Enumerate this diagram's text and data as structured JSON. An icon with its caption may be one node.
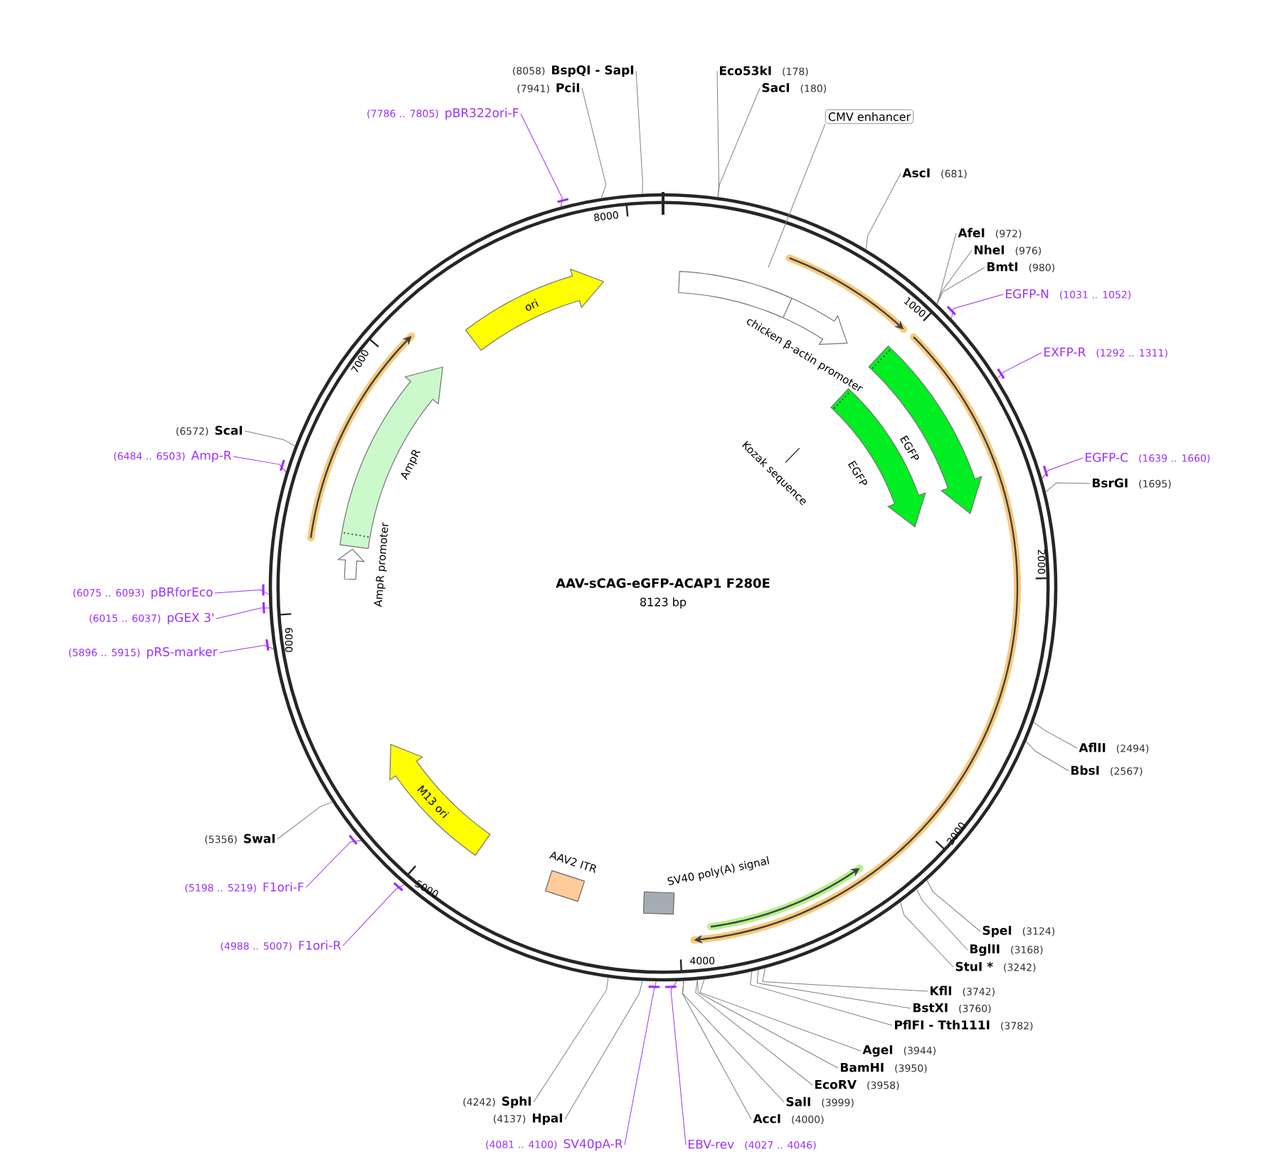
{
  "diagram": {
    "title": "AAV-sCAG-eGFP-ACAP1 F280E",
    "nodes": [
      {
        "text": [],
        "shape": "circle"
      },
      {
        "text": [
          "(8058)",
          "BspQI - SapI"
        ]
      },
      {
        "text": [
          "Eco53kI",
          "(178)"
        ]
      },
      {
        "text": [
          "(7941)",
          "PciI"
        ]
      },
      {
        "text": [
          "SacI",
          "(180)"
        ]
      },
      {
        "text": [
          "(7786 .. 7805)",
          "pBR322ori-F"
        ]
      },
      {
        "text": [
          "CMV enhancer"
        ]
      },
      {
        "text": [
          "AscI",
          "(681)"
        ]
      },
      {
        "text": [
          "AfeI",
          "(972)"
        ]
      },
      {
        "text": [
          "NheI",
          "(976)"
        ]
      },
      {
        "text": [
          "BmtI",
          "(980)"
        ]
      },
      {
        "text": [
          "EGFP-N",
          "(1031 .. 1052)"
        ]
      },
      {
        "text": [
          "EXFP-R",
          "(1292 .. 1311)"
        ]
      },
      {
        "text": [
          "(6572)",
          "ScaI"
        ]
      },
      {
        "text": [
          "(6484 .. 6503)",
          "Amp-R"
        ]
      },
      {
        "text": [
          "EGFP-C",
          "(1639 .. 1660)"
        ]
      },
      {
        "text": [
          "BsrGI",
          "(1695)"
        ]
      },
      {
        "text": [
          "(6075 .. 6093)",
          "pBRforEco"
        ]
      },
      {
        "text": [
          "(6015 .. 6037)",
          "pGEX 3'"
        ]
      },
      {
        "text": [
          "(5896 .. 5915)",
          "pRS-marker"
        ]
      },
      {
        "text": [
          "AflII",
          "(2494)"
        ]
      },
      {
        "text": [
          "BbsI",
          "(2567)"
        ]
      },
      {
        "text": [
          "(5356)",
          "SwaI"
        ]
      },
      {
        "text": [
          "(5198 .. 5219)",
          "F1ori-F"
        ]
      },
      {
        "text": [
          "SpeI",
          "(3124)"
        ]
      },
      {
        "text": [
          "(4988 .. 5007)",
          "F1ori-R"
        ]
      },
      {
        "text": [
          "BglII",
          "(3168)"
        ]
      },
      {
        "text": [
          "StuI *",
          "(3242)"
        ]
      },
      {
        "text": [
          "KflI",
          "(3742)"
        ]
      },
      {
        "text": [
          "BstXI",
          "(3760)"
        ]
      },
      {
        "text": [
          "PflFI - Tth111I",
          "(3782)"
        ]
      },
      {
        "text": [
          "AgeI",
          "(3944)"
        ]
      },
      {
        "text": [
          "BamHI",
          "(3950)"
        ]
      },
      {
        "text": [
          "EcoRV",
          "(3958)"
        ]
      },
      {
        "text": [
          "(4242)",
          "SphI"
        ]
      },
      {
        "text": [
          "SalI",
          "(3999)"
        ]
      },
      {
        "text": [
          "(4137)",
          "HpaI"
        ]
      },
      {
        "text": [
          "AccI",
          "(4000)"
        ]
      },
      {
        "text": [
          "(4081 .. 4100)",
          "SV40pA-R"
        ]
      },
      {
        "text": [
          "EBV-rev",
          "(4027 .. 4046)"
        ]
      },
      {
        "text": [
          "chicken β-actin promoter"
        ],
        "in": 0
      },
      {
        "text": [
          "ori"
        ],
        "in": 0
      },
      {
        "text": [
          "AmpR"
        ],
        "in": 0
      },
      {
        "text": [
          "EGFP"
        ],
        "in": 0
      },
      {
        "text": [
          "AmpR promoter"
        ],
        "in": 0
      },
      {
        "text": [
          "EGFP"
        ],
        "in": 0
      },
      {
        "text": [
          "Kozak sequence"
        ],
        "in": 0
      },
      {
        "text": [
          "M13 ori"
        ],
        "in": 0
      },
      {
        "text": [
          "AAV2 ITR"
        ],
        "in": 0
      },
      {
        "text": [
          "SV40 poly(A) signal"
        ],
        "in": 0
      }
    ],
    "edges": [
      {
        "from": 1,
        "to": 0,
        "arrow": "none"
      },
      {
        "from": 2,
        "to": 0,
        "arrow": "none"
      },
      {
        "from": 3,
        "to": 0,
        "arrow": "none"
      },
      {
        "from": 4,
        "to": 0,
        "arrow": "none"
      },
      {
        "from": 5,
        "to": 0,
        "arrow": "none",
        "color": "#9b30ff"
      },
      {
        "from": 6,
        "to": null,
        "arrow": "none"
      },
      {
        "from": 7,
        "to": 0,
        "arrow": "none"
      },
      {
        "from": 8,
        "to": 0,
        "arrow": "none"
      },
      {
        "from": 9,
        "to": 0,
        "arrow": "none"
      },
      {
        "from": 10,
        "to": 0,
        "arrow": "none"
      },
      {
        "from": 11,
        "to": 0,
        "arrow": "none",
        "color": "#9b30ff"
      },
      {
        "from": 12,
        "to": 0,
        "arrow": "none",
        "color": "#9b30ff"
      },
      {
        "from": 13,
        "to": 0,
        "arrow": "none"
      },
      {
        "from": 14,
        "to": 0,
        "arrow": "none",
        "color": "#9b30ff"
      },
      {
        "from": 15,
        "to": 0,
        "arrow": "none",
        "color": "#9b30ff"
      },
      {
        "from": 16,
        "to": 0,
        "arrow": "none"
      },
      {
        "from": 17,
        "to": 0,
        "arrow": "none",
        "color": "#9b30ff"
      },
      {
        "from": 18,
        "to": 0,
        "arrow": "none",
        "color": "#9b30ff"
      },
      {
        "from": 19,
        "to": 0,
        "arrow": "none",
        "color": "#9b30ff"
      },
      {
        "from": 20,
        "to": 0,
        "arrow": "none"
      },
      {
        "from": 21,
        "to": 0,
        "arrow": "none"
      },
      {
        "from": 22,
        "to": 0,
        "arrow": "none"
      },
      {
        "from": 23,
        "to": 0,
        "arrow": "none",
        "color": "#9b30ff"
      },
      {
        "from": 24,
        "to": 0,
        "arrow": "none"
      },
      {
        "from": 25,
        "to": 0,
        "arrow": "none",
        "color": "#9b30ff"
      },
      {
        "from": 26,
        "to": 0,
        "arrow": "none"
      },
      {
        "from": 27,
        "to": 0,
        "arrow": "none"
      },
      {
        "from": 28,
        "to": 0,
        "arrow": "none"
      },
      {
        "from": 29,
        "to": 0,
        "arrow": "none"
      },
      {
        "from": 30,
        "to": 0,
        "arrow": "none"
      },
      {
        "from": 31,
        "to": 0,
        "arrow": "none"
      },
      {
        "from": 32,
        "to": 0,
        "arrow": "none"
      },
      {
        "from": 33,
        "to": 0,
        "arrow": "none"
      },
      {
        "from": 34,
        "to": 0,
        "arrow": "none"
      },
      {
        "from": 35,
        "to": 0,
        "arrow": "none"
      },
      {
        "from": 36,
        "to": 0,
        "arrow": "none"
      },
      {
        "from": 37,
        "to": 0,
        "arrow": "none"
      },
      {
        "from": 38,
        "to": 0,
        "arrow": "none",
        "color": "#9b30ff"
      },
      {
        "from": 39,
        "to": 0,
        "arrow": "none",
        "color": "#9b30ff"
      }
    ],
    "labels": [
      "8000",
      "1000",
      "7000",
      "2000",
      "8123 bp",
      "6000",
      "3000",
      "5000",
      "4000"
    ]
  }
}
